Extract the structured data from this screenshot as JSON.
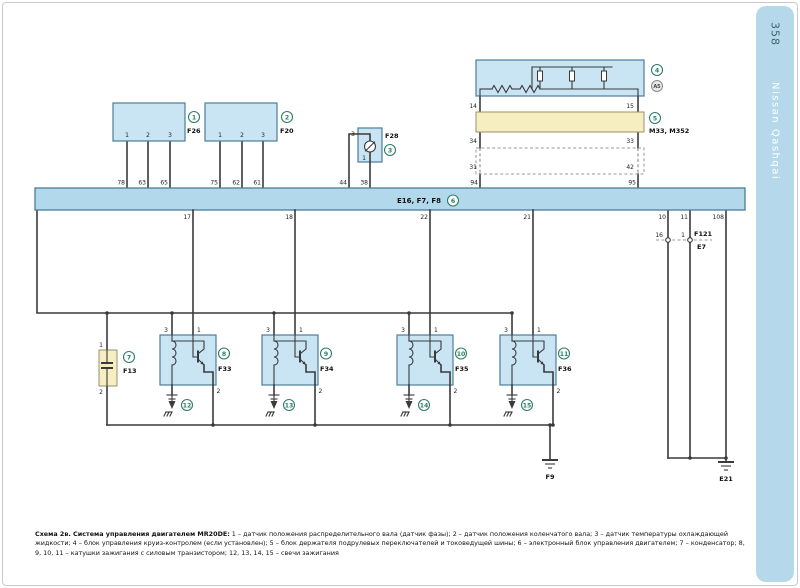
{
  "colors": {
    "block-fill": "#c9e5f4",
    "bus-fill": "#b2d8ec",
    "yellow-fill": "#f6eec1",
    "stroke": "#4d7d96",
    "wire": "#3a3a3a",
    "circle": "#2e7d68",
    "sidebar": "#b5d9ea"
  },
  "sidebar": {
    "page_number": "358",
    "brand": "Nissan Qashqai"
  },
  "caption": {
    "title": "Схема 2в. Система управления двигателем MR20DE:",
    "body": "1 – датчик положения распределительного вала (датчик фазы); 2 – датчик положения коленчатого вала; 3 – датчик температуры охлаждающей жидкости; 4 – блок управления круиз-контролем (если установлен); 5 – блок держателя подрулевых переключателей и токоведущей шины; 6 – электронный блок управления двигателем; 7 – конденсатор; 8, 9, 10, 11 – катушки зажигания с силовым транзистором; 12, 13, 14, 15 – свечи зажигания"
  },
  "ecu": {
    "label": "E16, F7, F8",
    "num": "6",
    "pins_top": [
      "78",
      "63",
      "65",
      "75",
      "62",
      "61",
      "44",
      "38",
      "94",
      "95"
    ],
    "pins_bottom": [
      "17",
      "18",
      "22",
      "21",
      "10",
      "11",
      "108"
    ]
  },
  "camshaft_sensor": {
    "label": "F26",
    "num": "1",
    "pins": [
      "1",
      "2",
      "3"
    ]
  },
  "crankshaft_sensor": {
    "label": "F20",
    "num": "2",
    "pins": [
      "1",
      "2",
      "3"
    ]
  },
  "coolant_sensor": {
    "label": "F28",
    "num": "3",
    "pin_top": "3",
    "pin_bottom": "1"
  },
  "cruise_block": {
    "num": "4",
    "conn": "A5"
  },
  "bus_block": {
    "label": "M33, M352",
    "num": "5",
    "pin_tl": "14",
    "pin_tr": "15",
    "pin_bl": "34",
    "pin_br": "33",
    "pin_dl": "31",
    "pin_dr": "42"
  },
  "capacitor": {
    "label": "F13",
    "num": "7",
    "pin_top": "1",
    "pin_bottom": "2"
  },
  "coils": [
    {
      "label": "F33",
      "num": "8",
      "pin3": "3",
      "pin1": "1",
      "pin2": "2",
      "plug_num": "12"
    },
    {
      "label": "F34",
      "num": "9",
      "pin3": "3",
      "pin1": "1",
      "pin2": "2",
      "plug_num": "13"
    },
    {
      "label": "F35",
      "num": "10",
      "pin3": "3",
      "pin1": "1",
      "pin2": "2",
      "plug_num": "14"
    },
    {
      "label": "F36",
      "num": "11",
      "pin3": "3",
      "pin1": "1",
      "pin2": "2",
      "plug_num": "15"
    }
  ],
  "connector": {
    "label_top": "F121",
    "label_bottom": "E7",
    "pin_left": "16",
    "pin_right": "1"
  },
  "grounds": {
    "coil_ground": "F9",
    "body_ground": "E21"
  }
}
